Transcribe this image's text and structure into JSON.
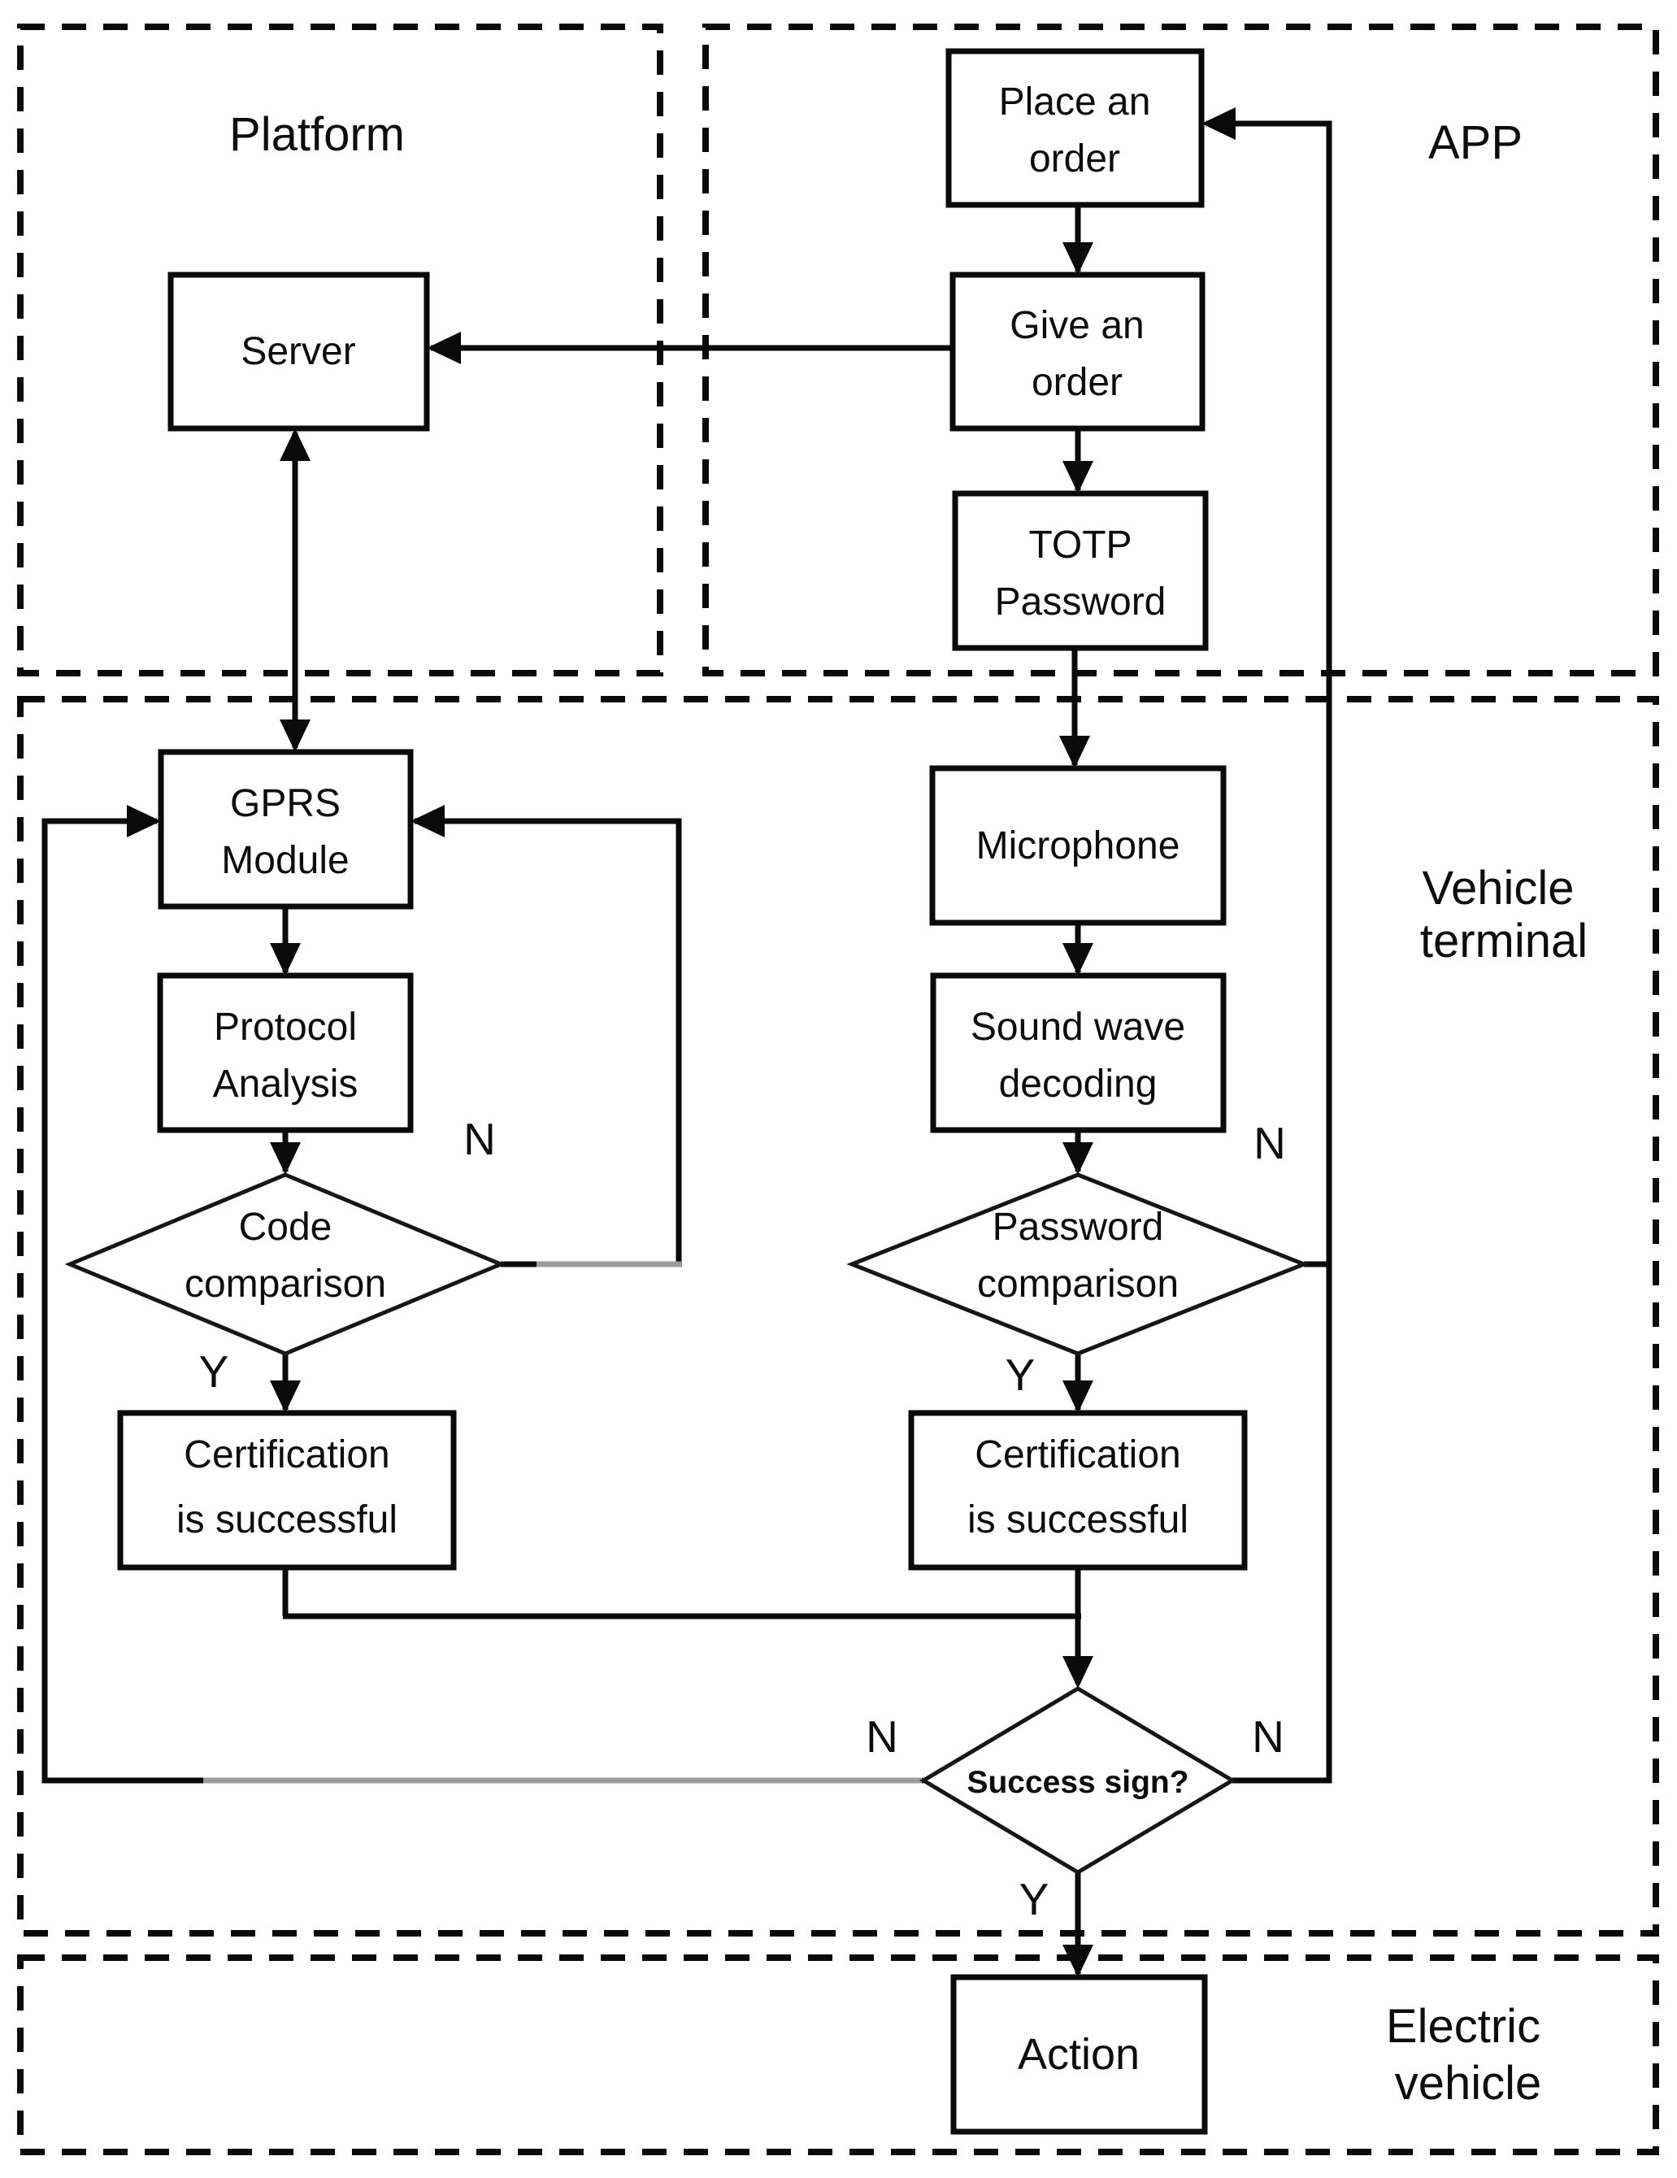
{
  "regions": {
    "platform": {
      "label": "Platform"
    },
    "app": {
      "label": "APP"
    },
    "vehicle_terminal": {
      "line1": "Vehicle",
      "line2": "terminal"
    },
    "electric_vehicle": {
      "line1": "Electric",
      "line2": "vehicle"
    }
  },
  "nodes": {
    "server": {
      "label": "Server"
    },
    "place_order": {
      "line1": "Place an",
      "line2": "order"
    },
    "give_order": {
      "line1": "Give an",
      "line2": "order"
    },
    "totp_password": {
      "line1": "TOTP",
      "line2": "Password"
    },
    "gprs_module": {
      "line1": "GPRS",
      "line2": "Module"
    },
    "protocol_analysis": {
      "line1": "Protocol",
      "line2": "Analysis"
    },
    "code_comparison": {
      "line1": "Code",
      "line2": "comparison"
    },
    "certification_left": {
      "line1": "Certification",
      "line2": "is successful"
    },
    "microphone": {
      "label": "Microphone"
    },
    "sound_wave_decoding": {
      "line1": "Sound wave",
      "line2": "decoding"
    },
    "password_comparison": {
      "line1": "Password",
      "line2": "comparison"
    },
    "certification_right": {
      "line1": "Certification",
      "line2": "is successful"
    },
    "success_sign": {
      "label": "Success sign?"
    },
    "action": {
      "label": "Action"
    }
  },
  "branch_labels": {
    "code_n": "N",
    "code_y": "Y",
    "password_n": "N",
    "password_y": "Y",
    "success_n_left": "N",
    "success_n_right": "N",
    "success_y": "Y"
  },
  "colors": {
    "line": "#0a0a0a",
    "gray_line": "#9b9b9b",
    "text": "#0d0d0d",
    "background": "#ffffff"
  }
}
